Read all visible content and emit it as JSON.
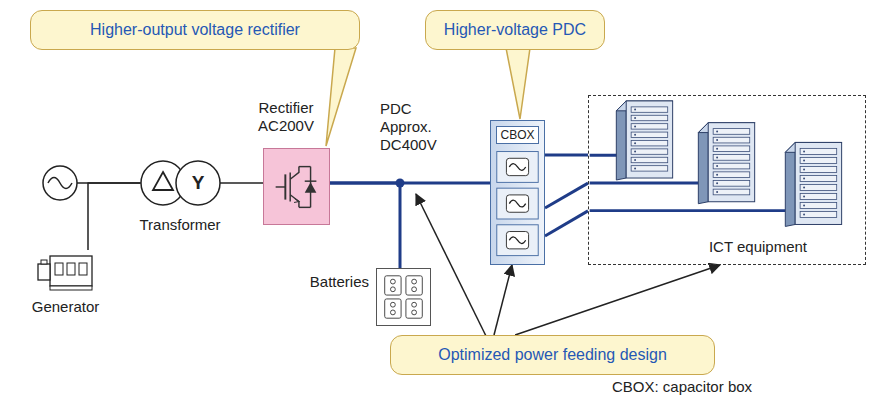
{
  "diagram": {
    "nodes": [
      {
        "text": [
          "Higher-output voltage rectifier"
        ]
      },
      {
        "text": [
          "Higher-voltage PDC"
        ]
      },
      {
        "text": [
          "Rectifier AC200V"
        ]
      },
      {
        "text": [
          "Y",
          "Transformer"
        ]
      },
      {
        "text": [
          "CBOX"
        ]
      },
      {
        "text": [
          "ICT equipment"
        ]
      },
      {
        "text": [
          "Generator"
        ]
      },
      {
        "text": [
          "Batteries"
        ]
      },
      {
        "text": [
          "Optimized power feeding design"
        ]
      }
    ],
    "edges": [
      {
        "from": 3,
        "to": 2,
        "arrow": "none"
      },
      {
        "from": 2,
        "to": 4,
        "arrow": "none"
      },
      {
        "from": 2,
        "to": 7,
        "arrow": "none"
      },
      {
        "from": 6,
        "to": 3,
        "arrow": "none"
      },
      {
        "from": 4,
        "to": 5,
        "arrow": "none"
      },
      {
        "from": 4,
        "to": 5,
        "arrow": "none"
      },
      {
        "from": 4,
        "to": 5,
        "arrow": "none"
      },
      {
        "from": 8,
        "to": 4,
        "arrow": "to"
      },
      {
        "from": 8,
        "to": 5,
        "arrow": "to"
      }
    ],
    "labels": [
      "PDC Approx. DC400V",
      "CBOX: capacitor box"
    ]
  }
}
